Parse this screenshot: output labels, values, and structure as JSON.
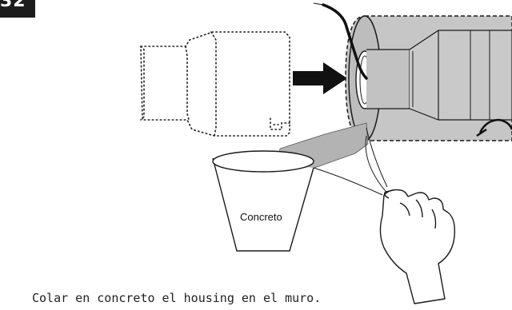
{
  "step": {
    "number": "32"
  },
  "bucket": {
    "label": "Concreto"
  },
  "caption": "Colar en concreto el housing en el muro.",
  "colors": {
    "housing_fill": "#c6c6c6",
    "concrete": "#b3b3b3",
    "arrow": "#111111",
    "outline": "#1a1a1a"
  }
}
